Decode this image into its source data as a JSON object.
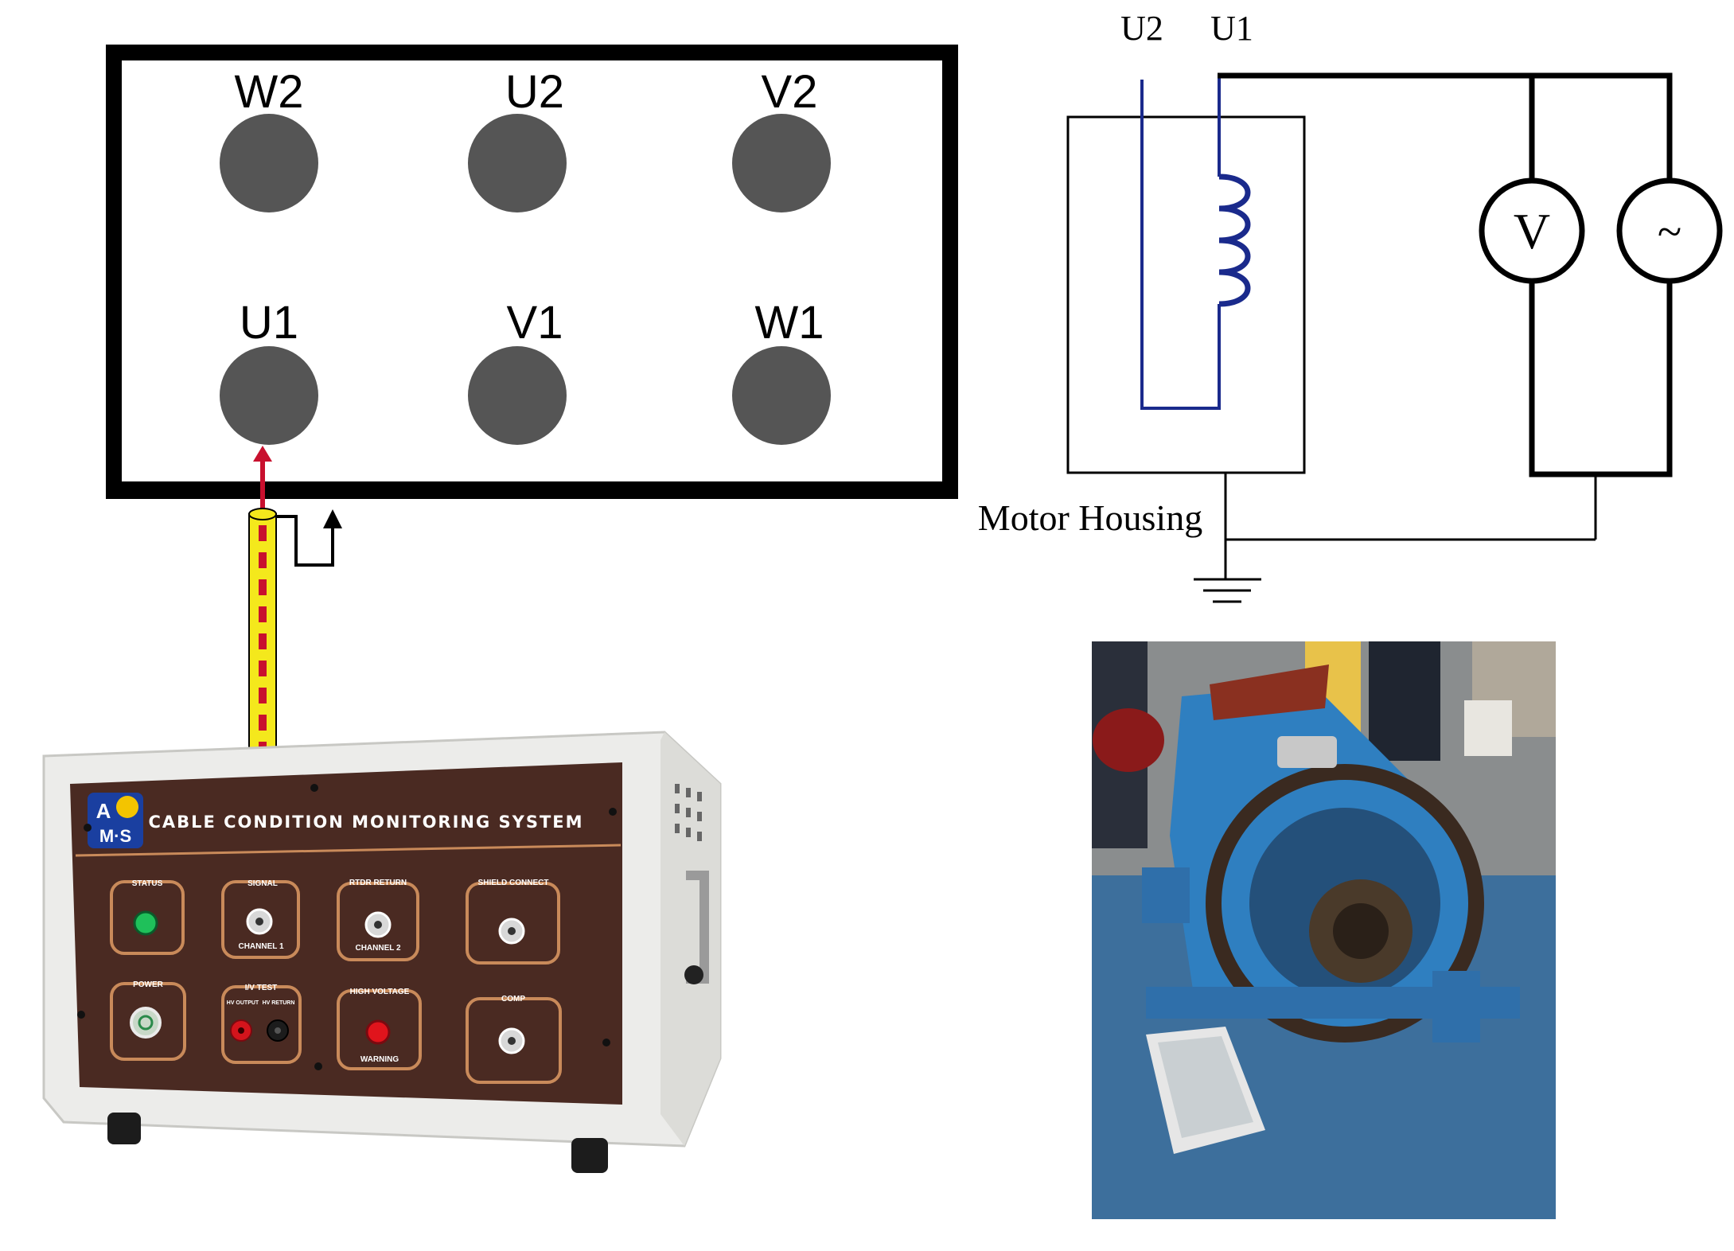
{
  "terminal_box": {
    "terminals": [
      {
        "label": "W2"
      },
      {
        "label": "U2"
      },
      {
        "label": "V2"
      },
      {
        "label": "U1"
      },
      {
        "label": "V1"
      },
      {
        "label": "W1"
      }
    ]
  },
  "circuit": {
    "lead_labels": [
      "U2",
      "U1"
    ],
    "voltmeter_symbol": "V",
    "source_symbol": "~",
    "housing_label": "Motor Housing"
  },
  "instrument": {
    "logo_lines": [
      "A",
      "M·S"
    ],
    "title": "CABLE CONDITION MONITORING SYSTEM",
    "panels": [
      {
        "label": "STATUS",
        "kind": "led-green",
        "sublabel": ""
      },
      {
        "label": "SIGNAL",
        "kind": "bnc",
        "sublabel": "CHANNEL 1"
      },
      {
        "label": "RTDR RETURN",
        "kind": "bnc",
        "sublabel": "CHANNEL 2"
      },
      {
        "label": "SHIELD CONNECT",
        "kind": "bnc",
        "sublabel": ""
      },
      {
        "label": "POWER",
        "kind": "power-button",
        "sublabel": ""
      },
      {
        "label": "I/V TEST",
        "kind": "jacks",
        "sublabel": "",
        "jack_labels": [
          "HV OUTPUT",
          "HV RETURN"
        ]
      },
      {
        "label": "HIGH VOLTAGE",
        "kind": "led-red",
        "sublabel": "WARNING"
      },
      {
        "label": "COMP",
        "kind": "bnc",
        "sublabel": ""
      }
    ]
  },
  "colors": {
    "terminal": "#555555",
    "winding": "#1a2a8c",
    "probe_yellow": "#f4e81c",
    "probe_red": "#c8102e",
    "panel_brown": "#4a2a22",
    "panel_copper": "#c98a5a",
    "motor_blue": "#2f7fc0"
  }
}
